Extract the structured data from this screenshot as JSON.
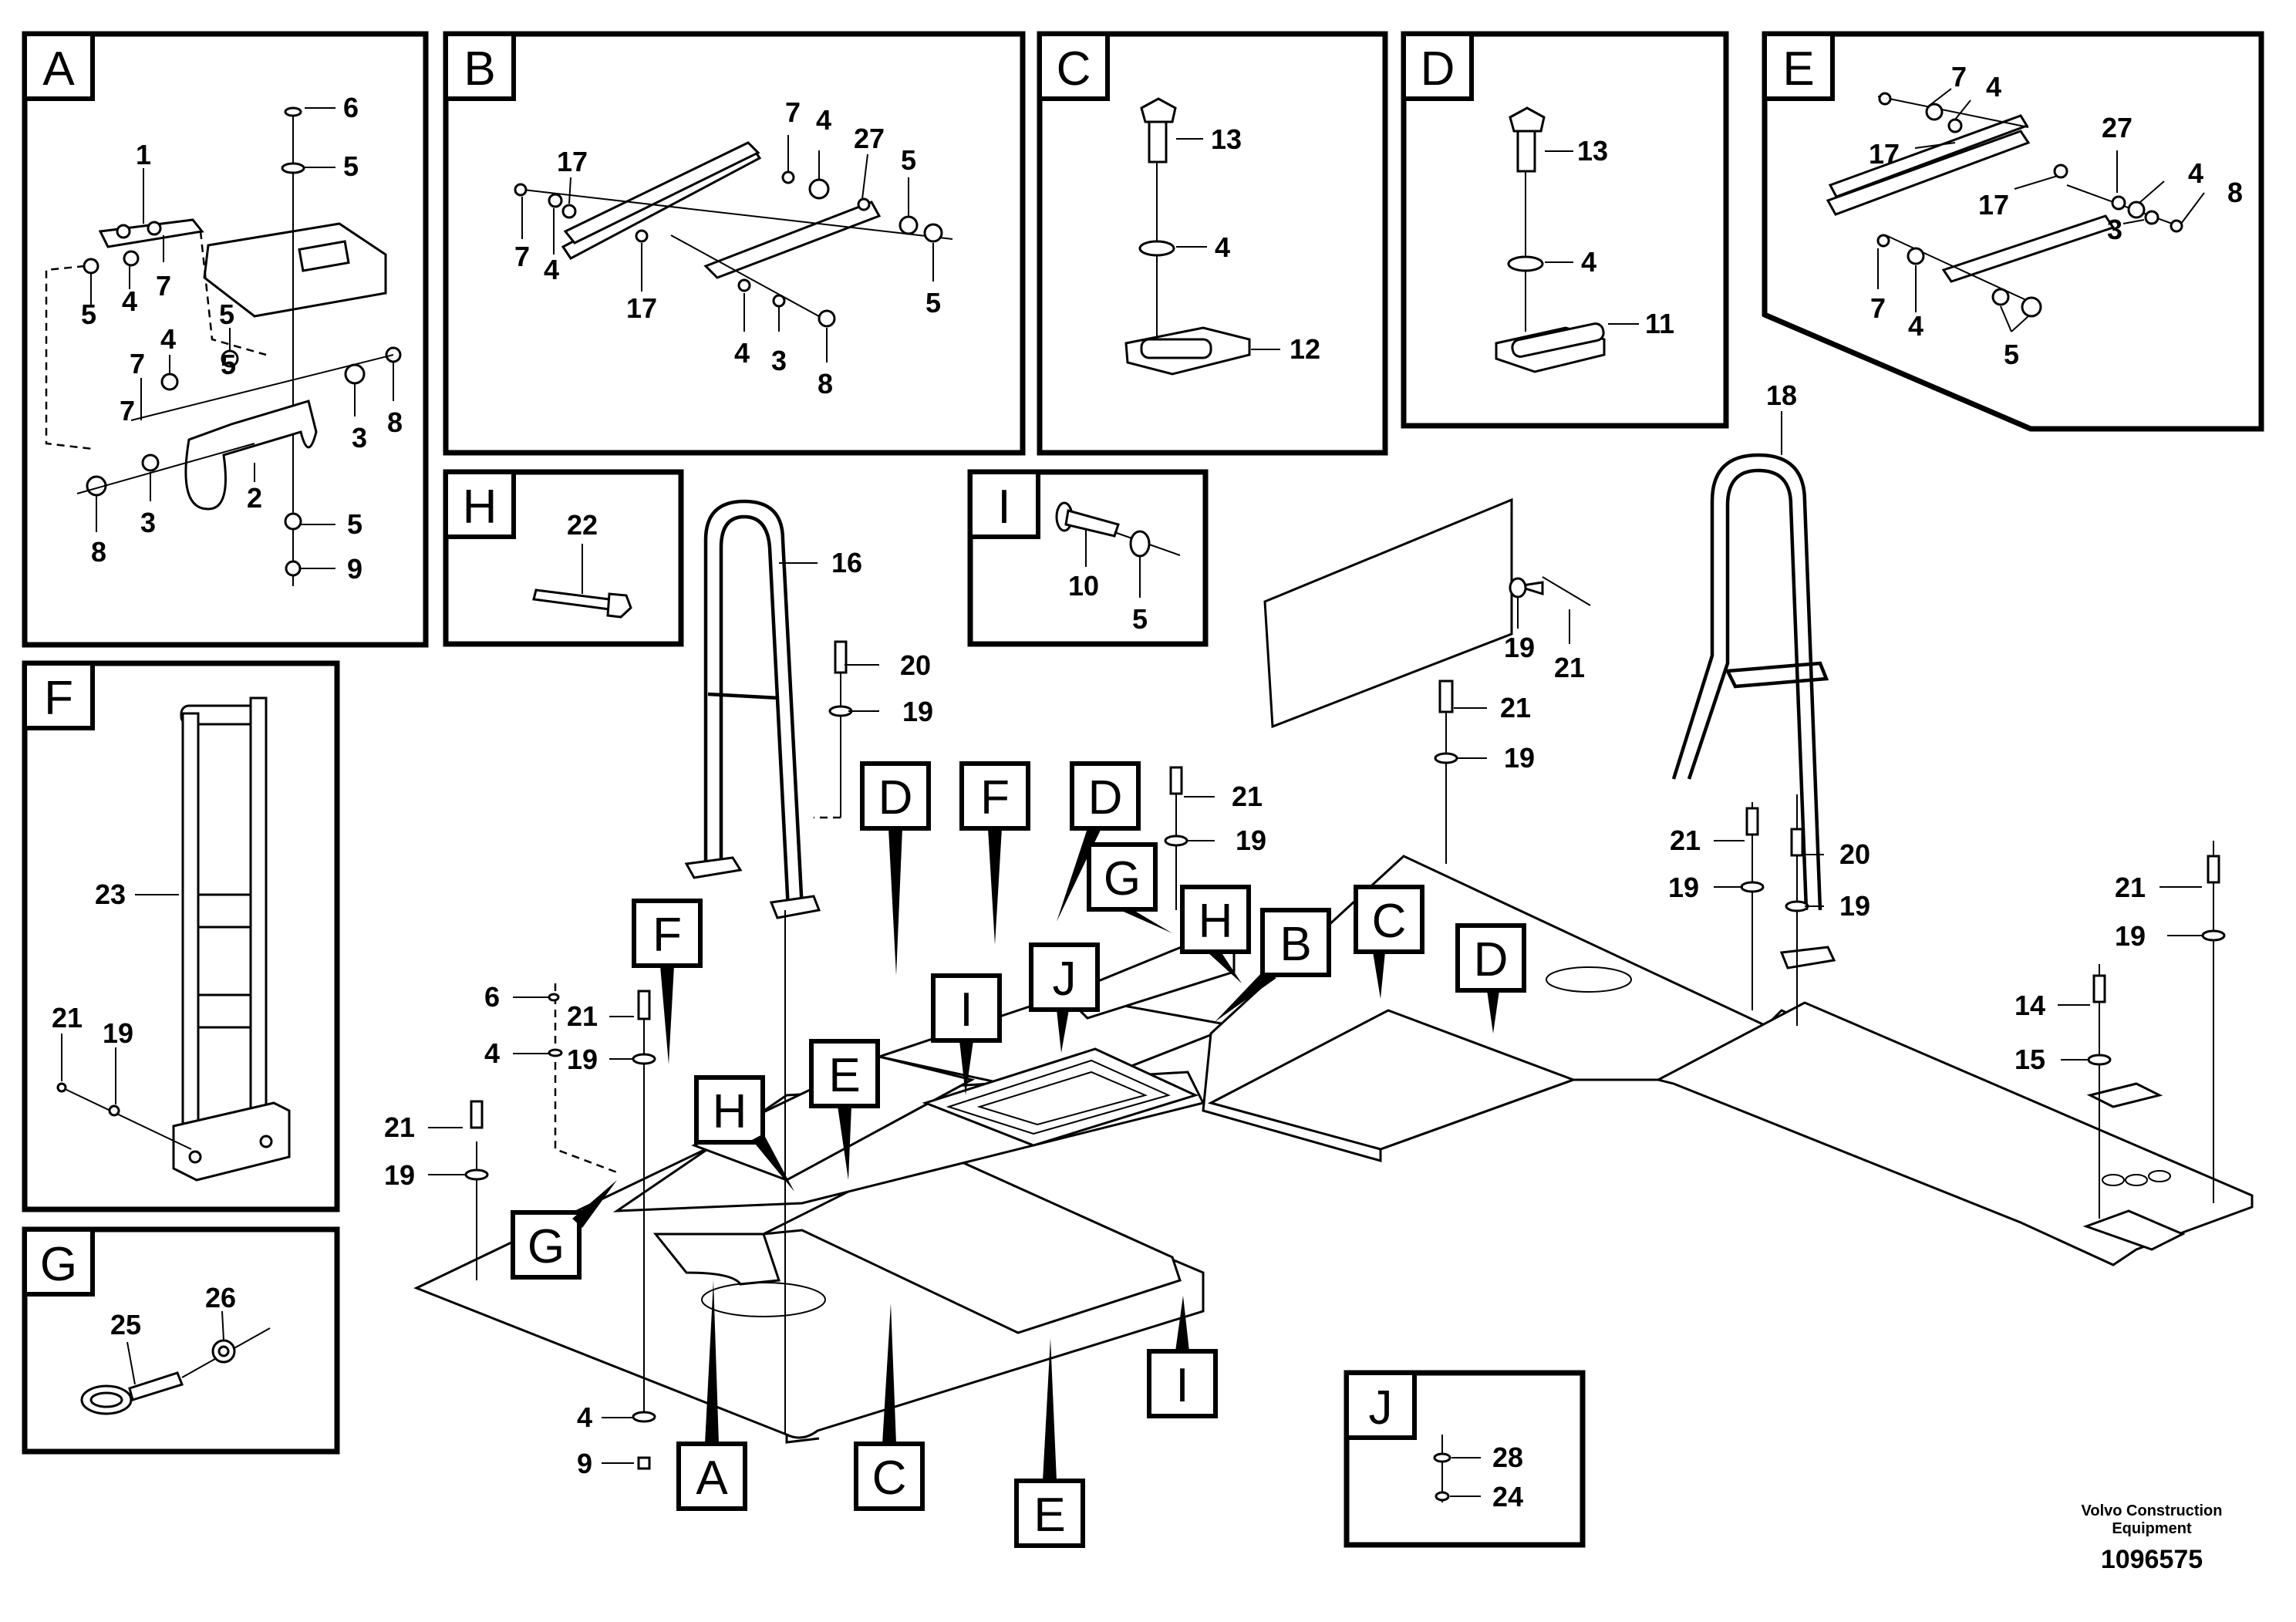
{
  "insets": {
    "A": {
      "label": "A",
      "callouts": [
        "6",
        "5",
        "1",
        "7",
        "5",
        "4",
        "7",
        "5",
        "4",
        "7",
        "5",
        "3",
        "8",
        "8",
        "3",
        "2",
        "5",
        "9"
      ]
    },
    "B": {
      "label": "B",
      "callouts": [
        "7",
        "4",
        "27",
        "17",
        "5",
        "7",
        "4",
        "17",
        "4",
        "3",
        "8",
        "5"
      ]
    },
    "C": {
      "label": "C",
      "callouts": [
        "13",
        "4",
        "12"
      ]
    },
    "D": {
      "label": "D",
      "callouts": [
        "13",
        "4",
        "11"
      ]
    },
    "E": {
      "label": "E",
      "callouts": [
        "7",
        "4",
        "17",
        "27",
        "17",
        "4",
        "8",
        "3",
        "7",
        "4",
        "5"
      ]
    },
    "F": {
      "label": "F",
      "callouts": [
        "23",
        "21",
        "19"
      ]
    },
    "G": {
      "label": "G",
      "callouts": [
        "26",
        "25"
      ]
    },
    "H": {
      "label": "H",
      "callouts": [
        "22"
      ]
    },
    "I": {
      "label": "I",
      "callouts": [
        "10",
        "5"
      ]
    },
    "J": {
      "label": "J",
      "callouts": [
        "28",
        "24"
      ]
    }
  },
  "main_callouts": [
    "16",
    "20",
    "19",
    "19",
    "21",
    "21",
    "19",
    "21",
    "19",
    "18",
    "21",
    "20",
    "19",
    "19",
    "21",
    "19",
    "14",
    "15",
    "6",
    "4",
    "21",
    "19",
    "21",
    "19",
    "4",
    "9"
  ],
  "main_refs": [
    "D",
    "F",
    "D",
    "G",
    "H",
    "B",
    "C",
    "D",
    "F",
    "I",
    "J",
    "E",
    "H",
    "G",
    "A",
    "C",
    "E",
    "I"
  ],
  "footer": {
    "credit_line1": "Volvo Construction",
    "credit_line2": "Equipment",
    "doc_id": "1096575"
  }
}
